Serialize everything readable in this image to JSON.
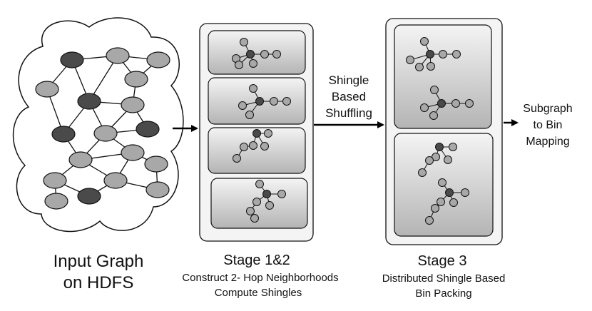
{
  "input": {
    "line1": "Input Graph",
    "line2": "on HDFS"
  },
  "stage12": {
    "title": "Stage 1&2",
    "desc1": "Construct 2- Hop Neighborhoods",
    "desc2": "Compute Shingles"
  },
  "shuffle": {
    "line1": "Shingle",
    "line2": "Based",
    "line3": "Shuffling"
  },
  "stage3": {
    "title": "Stage 3",
    "desc1": "Distributed Shingle Based",
    "desc2": "Bin Packing"
  },
  "output": {
    "line1": "Subgraph",
    "line2": "to Bin",
    "line3": "Mapping"
  },
  "colors": {
    "node_dark": "#4a4a4a",
    "node_light": "#a8a8a8",
    "node_stroke": "#111111",
    "tile_top": "#f4f4f4",
    "tile_bottom": "#b4b4b4",
    "panel": "#f4f4f4"
  }
}
